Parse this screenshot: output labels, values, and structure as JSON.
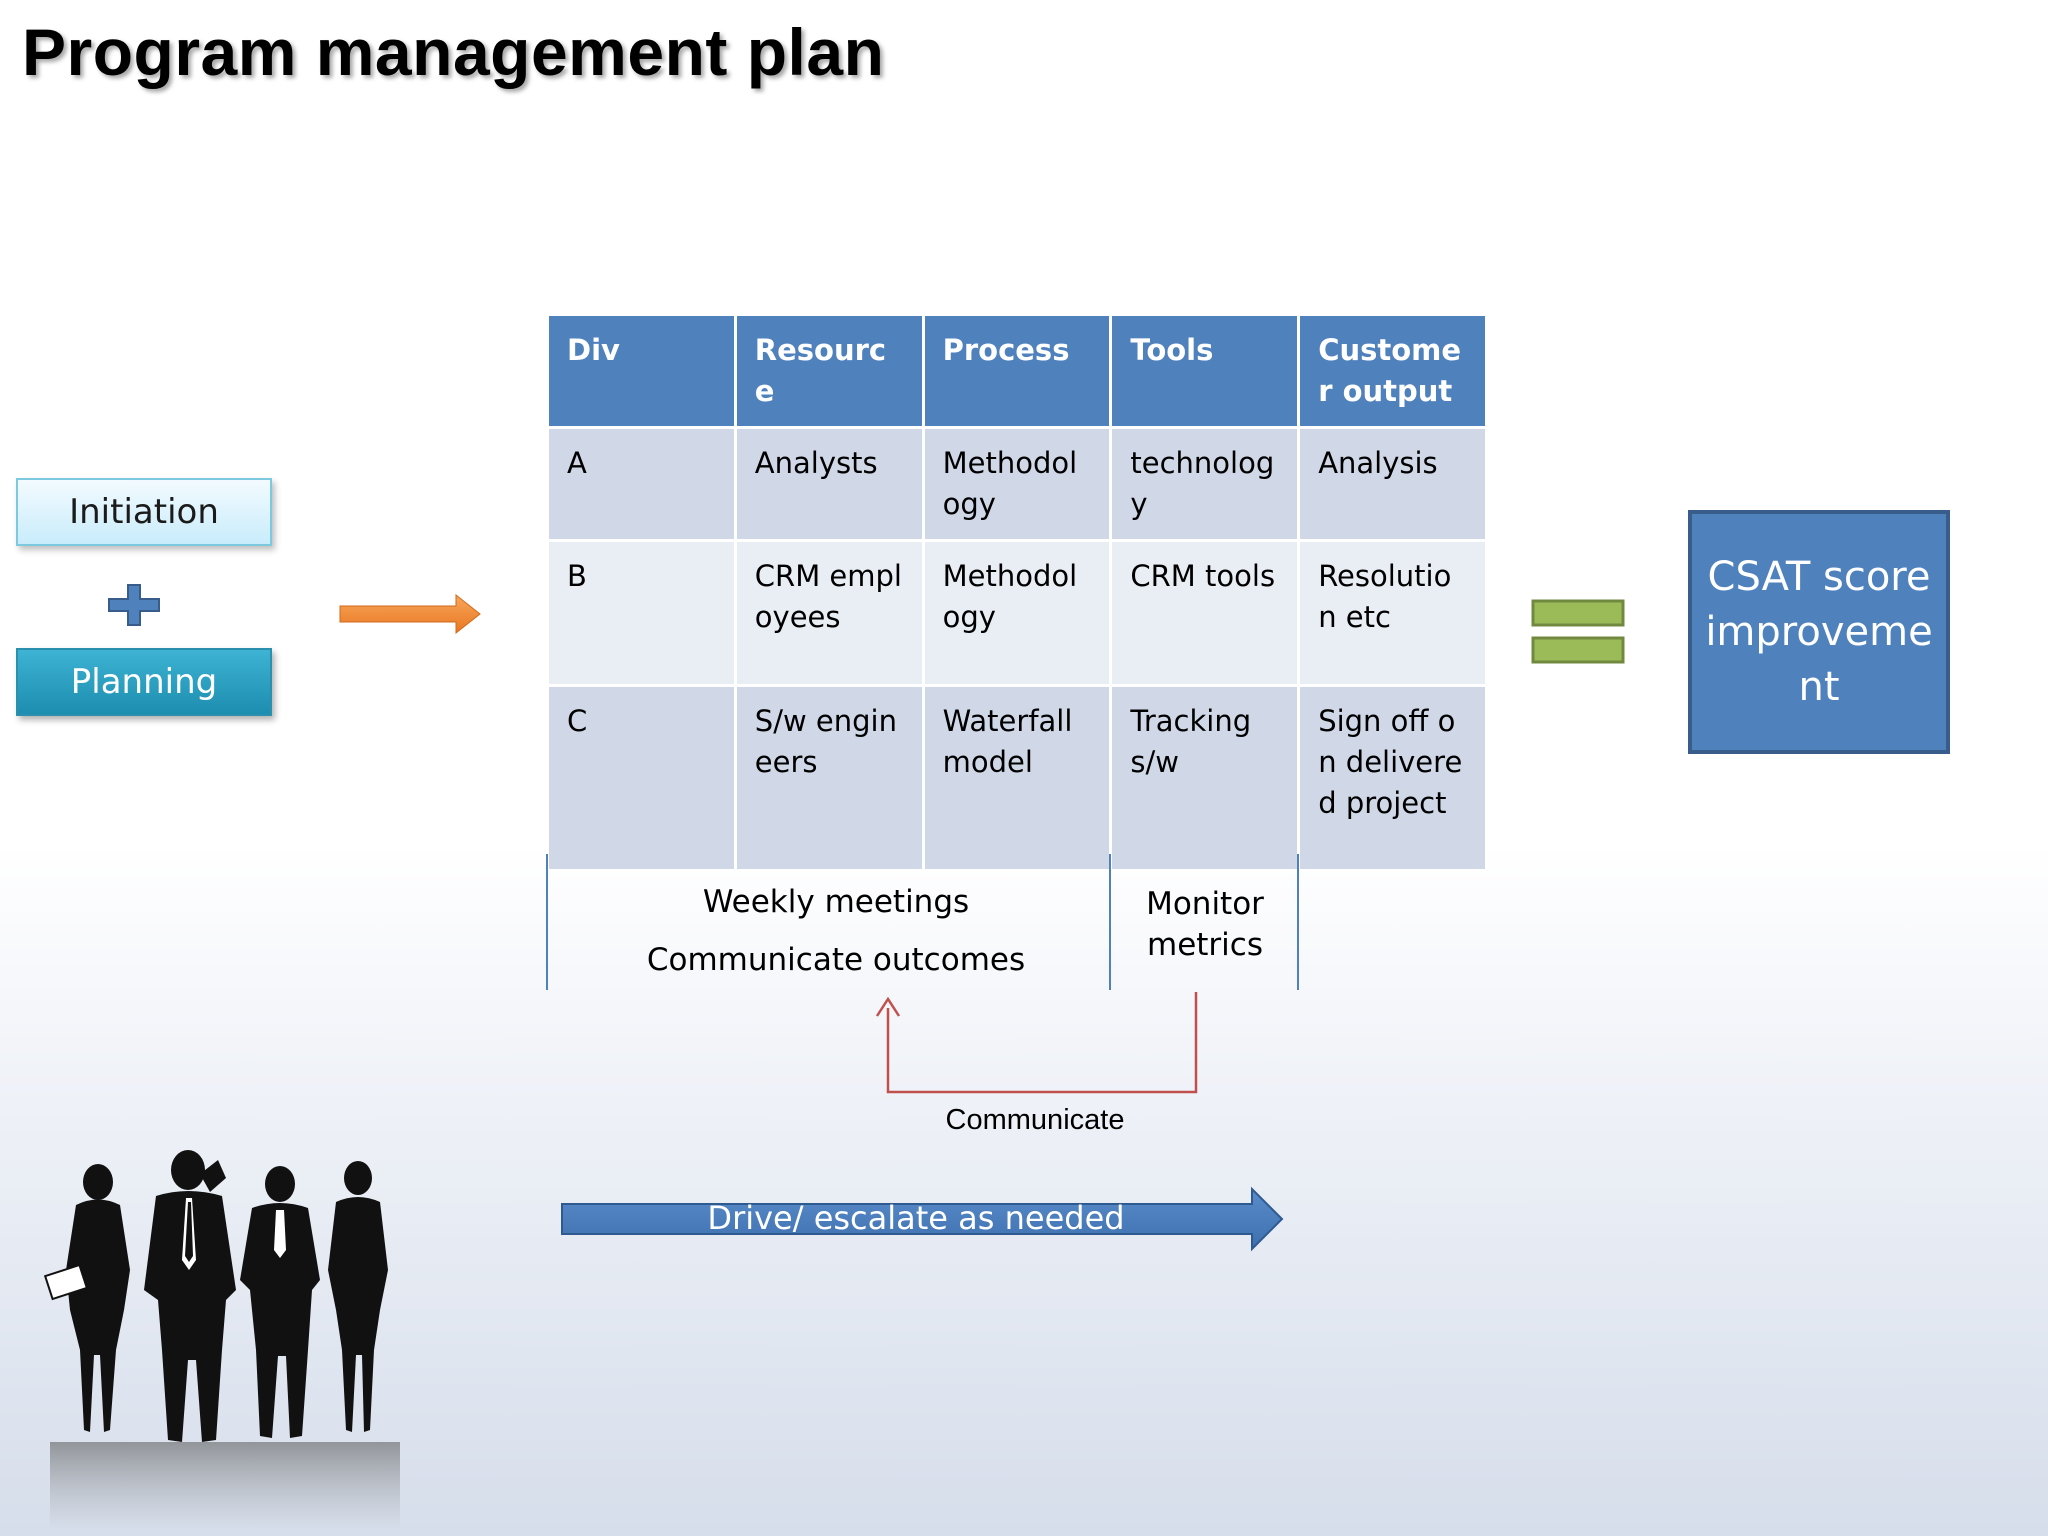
{
  "title": "Program management plan",
  "left": {
    "initiation": "Initiation",
    "planning": "Planning"
  },
  "table": {
    "headers": [
      "Div",
      "Resource",
      "Process",
      "Tools",
      "Customer output"
    ],
    "rows": [
      [
        "A",
        "Analysts",
        "Methodology",
        "technology",
        "Analysis"
      ],
      [
        "B",
        "CRM employees",
        "Methodology",
        "CRM tools",
        "Resolution etc"
      ],
      [
        "C",
        "S/w engineers",
        "Waterfall model",
        "Tracking s/w",
        "Sign off on delivered project"
      ]
    ]
  },
  "below": {
    "weekly_meetings": "Weekly meetings",
    "communicate_outcomes": "Communicate outcomes",
    "monitor_metrics": "Monitor metrics",
    "communicate": "Communicate"
  },
  "result": "CSAT score improvement",
  "drive": "Drive/ escalate as needed",
  "colors": {
    "header_blue": "#4f81bd",
    "arrow_orange": "#f0822a",
    "equals_green": "#9bbb59",
    "feedback_red": "#c0504d",
    "plus_blue": "#4f81bd"
  }
}
